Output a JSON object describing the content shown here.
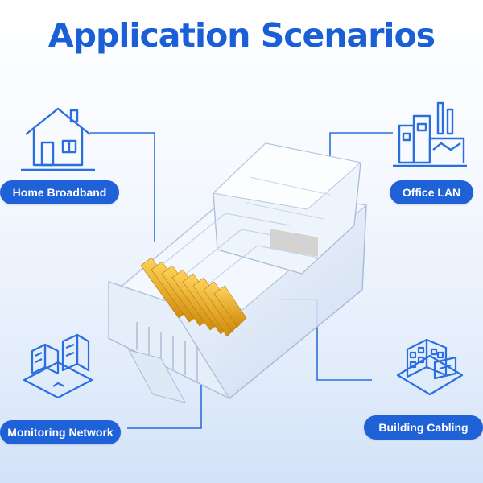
{
  "title": "Application Scenarios",
  "scenarios": {
    "home": {
      "label": "Home Broadband",
      "icon": "house-icon"
    },
    "office": {
      "label": "Office LAN",
      "icon": "factory-building-icon"
    },
    "monitoring": {
      "label": "Monitoring Network",
      "icon": "isometric-buildings-icon"
    },
    "building": {
      "label": "Building Cabling",
      "icon": "office-building-icon"
    }
  },
  "center_image": "rj45-connector",
  "colors": {
    "accent": "#1f62d8",
    "title": "#1a5fd6",
    "icon_stroke": "#2a6fe0",
    "line": "#2d6fdc",
    "pins": "#e6a817"
  }
}
